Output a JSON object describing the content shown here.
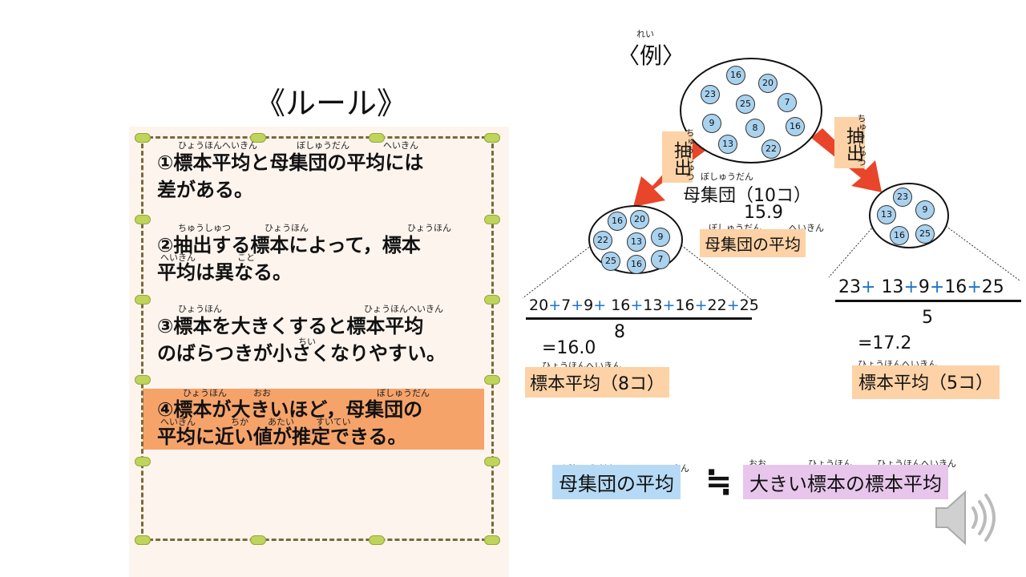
{
  "rules": {
    "title": "《ルール》",
    "items": [
      {
        "line1": "①標本平均と母集団の平均には",
        "line2": "差がある。",
        "ruby": [
          "ひょうほんへいきん",
          "ぼしゅうだん",
          "へいきん"
        ]
      },
      {
        "line1": "②抽出する標本によって，標本",
        "line2": "平均は異なる。",
        "ruby": [
          "ちゅうしゅつ",
          "ひょうほん",
          "ひょうほん",
          "へいきん",
          "こと"
        ]
      },
      {
        "line1": "③標本を大きくすると標本平均",
        "line2": "のばらつきが小さくなりやすい。",
        "ruby": [
          "ひょうほん",
          "ひょうほんへいきん",
          "ちい"
        ]
      },
      {
        "line1": "④標本が大きいほど，母集団の",
        "line2": "平均に近い値が推定できる。",
        "ruby": [
          "ひょうほん",
          "おお",
          "ぼしゅうだん",
          "へいきん",
          "ちか",
          "あたい",
          "すいてい"
        ]
      }
    ]
  },
  "example": {
    "title": "〈例〉",
    "title_ruby": "れい",
    "population": {
      "label": "母集団（10コ）",
      "label_ruby": "ぼしゅうだん",
      "balls": [
        "16",
        "20",
        "23",
        "25",
        "7",
        "9",
        "8",
        "16",
        "13",
        "22"
      ],
      "mean": "15.9",
      "mean_label": "母集団の平均",
      "mean_label_ruby": [
        "ぼしゅうだん",
        "へいきん"
      ]
    },
    "extract_label": "抽出",
    "extract_ruby": "ちゅうしゅつ",
    "sample8": {
      "balls": [
        "16",
        "20",
        "22",
        "13",
        "9",
        "25",
        "16",
        "7"
      ],
      "numerator": [
        "20",
        "7",
        "9",
        "16",
        "13",
        "16",
        "22",
        "25"
      ],
      "denominator": "8",
      "result": "=16.0",
      "label": "標本平均（8コ）",
      "label_ruby": "ひょうほんへいきん"
    },
    "sample5": {
      "balls": [
        "23",
        "13",
        "9",
        "16",
        "25"
      ],
      "numerator": [
        "23",
        "13",
        "9",
        "16",
        "25"
      ],
      "denominator": "5",
      "result": "=17.2",
      "label": "標本平均（5コ）",
      "label_ruby": "ひょうほんへいきん"
    },
    "plus_sign": "+",
    "conclusion": {
      "left": "母集団の平均",
      "left_ruby": [
        "ぼしゅうだん",
        "へいきん"
      ],
      "sign": "≒",
      "right": "大きい標本の標本平均",
      "right_ruby": [
        "おお",
        "ひょうほん",
        "ひょうほんへいきん"
      ]
    }
  },
  "colors": {
    "accent_blue": "#1e73c8",
    "arrow_red": "#e8452a",
    "orange_box": "#fcd2a6",
    "rule4_bg": "#f6a36a"
  },
  "icons": {
    "speaker": "speaker-icon"
  }
}
